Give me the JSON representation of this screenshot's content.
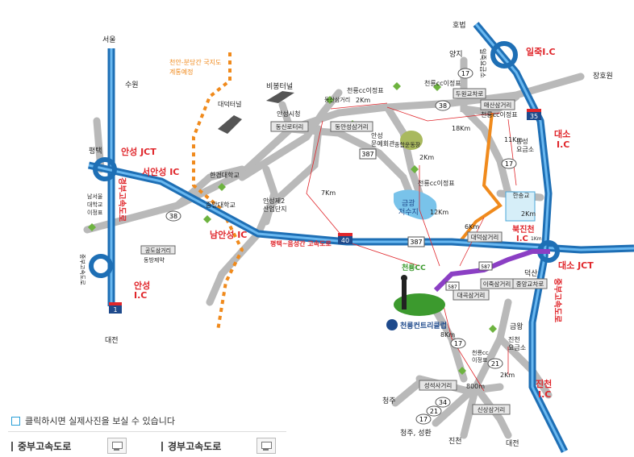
{
  "places": {
    "seoul": "서울",
    "suwon": "수원",
    "pyeongtaek": "평택",
    "hobeop": "호법",
    "jangho": "장호원",
    "yangji": "양지",
    "cheonan_line1": "천안-분당간 국지도",
    "cheonan_line2": "계통예정",
    "bibong": "비봉터널",
    "daeduk": "대덕터널",
    "anseong_city": "안성시청",
    "hankyung": "한경대학교",
    "jungang": "중앙대학교",
    "sanup_1": "안성제2",
    "sanup_2": "산업단지",
    "namseoul_1": "남서울",
    "namseoul_2": "대학교",
    "namseoul_3": "이정표",
    "dongbang": "동방제약",
    "gongdo": "공도삼거리",
    "daejeon_w": "대전",
    "daejeon_e": "대전",
    "cheongju": "청주",
    "cheongju_seongwhan": "청주, 성환",
    "jincheon": "진천",
    "lake_1": "금광",
    "lake_2": "저수지",
    "sports": "종합운동장",
    "geumwang": "금왕",
    "cheonryong_cc": "천룡CC",
    "dukshan": "덕산",
    "munhwa_1": "안성",
    "munhwa_2": "문예회관",
    "club": "천룡컨트리클럽",
    "jincheon_tollgate_1": "진천",
    "jincheon_tollgate_2": "요금소",
    "iljuk_tollgate": "일죽요금소",
    "dongsan_tollgate_1": "동성",
    "dongsan_tollgate_2": "요금소"
  },
  "signs": {
    "cc_sign_a": "천룡cc이정표",
    "cc_sign_b": "천룡cc이정표",
    "cc_sign_c": "천룡cc이정표",
    "cc_sign_d": "천룡cc이정표",
    "cc_sign_e_1": "천룡cc",
    "cc_sign_e_2": "이정표",
    "dongsan_3way": "동산삼거리"
  },
  "ics": {
    "iljuk": "일죽I.C",
    "anseong_jct": "안성 JCT",
    "seoanseong": "서안성 IC",
    "namanseong": "남안성 IC",
    "anseong_ic_1": "안성",
    "anseong_ic_2": "I.C",
    "daeso_1": "대소",
    "daeso_2": "I.C",
    "bukjincheon_1": "북진천",
    "bukjincheon_2": "I.C",
    "daeso_jct": "대소 JCT",
    "jincheon_ic_1": "진천",
    "jincheon_ic_2": "I.C"
  },
  "highways": {
    "gyeongbu": "경부고속도로",
    "jungbu": "중부고속도로",
    "pyeongtaek_eumseong": "평택~음성간 고속도로",
    "jungbu_side": "중부고속도로"
  },
  "boxes": {
    "dongshin": "동신로터리",
    "dongan": "동안성삼거리",
    "dugyo": "두원교차로",
    "maesan": "매산삼거리",
    "chilgok": "대덕삼거리",
    "hansong": "한송교",
    "gimu": "이죽삼거리",
    "jungam": "중앙교차로",
    "seongseok": "성석사거리",
    "sinsang": "신상삼거리",
    "gongdo_box": "공도삼거리",
    "daekok": "대곡삼거리"
  },
  "routes": {
    "r17a": "17",
    "r38a": "38",
    "r38b": "38",
    "r387a": "387",
    "r387b": "387",
    "r35": "35",
    "r40": "40",
    "r1": "1",
    "r17b": "17",
    "r17c": "17",
    "r17d": "17",
    "r21a": "21",
    "r21b": "21",
    "r34": "34",
    "r587a": "587",
    "r587b": "587"
  },
  "distances": {
    "d2km_top": "2Km",
    "d18km": "18Km",
    "d11km": "11Km",
    "d2km_mid": "2Km",
    "d7km": "7Km",
    "d12km": "12Km",
    "d6km": "6Km",
    "d2km_hansong": "2Km",
    "d1km": "1Km",
    "d8km": "8Km",
    "d2km_bottom": "2Km",
    "d800m": "800m"
  },
  "footer": {
    "hint": "클릭하시면 실제사진을 보실 수 있습니다",
    "tab_jungbu": "중부고속도로",
    "tab_gyeongbu": "경부고속도로"
  },
  "colors": {
    "highway": "#2d8fd6",
    "road": "#b9b9b9",
    "orange_planned": "#f08a1c",
    "purple_route": "#8b3fc4",
    "red_text": "#e0262b",
    "lake": "#79c3ea",
    "golf_green": "#3c9a2e"
  }
}
